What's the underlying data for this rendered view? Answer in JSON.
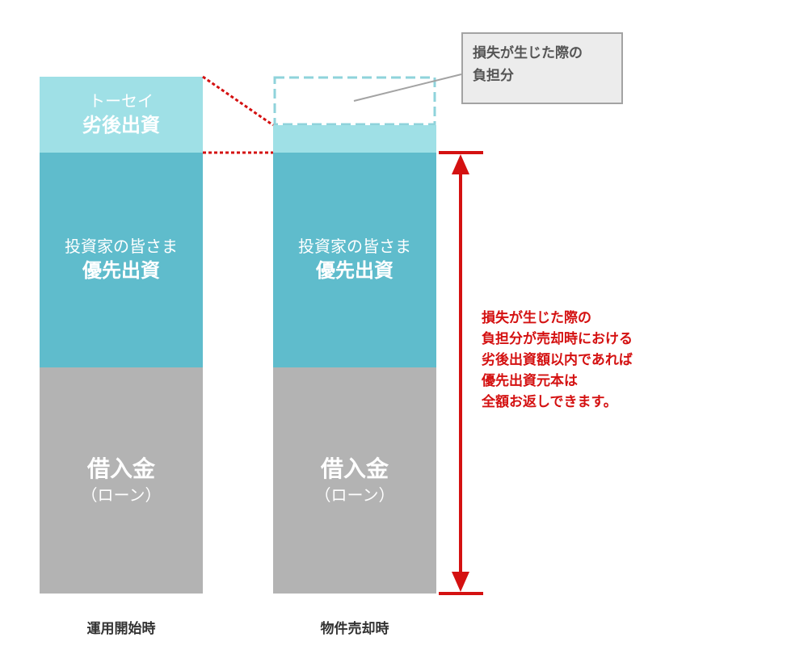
{
  "bars": [
    {
      "id": "start",
      "label": "運用開始時",
      "segments": {
        "subordinated": [
          "トーセイ",
          "劣後出資"
        ],
        "preferred_line1": "投資家の皆さま",
        "preferred_line2": "優先出資",
        "loan_line1": "借入金",
        "loan_line2": "（ローン）"
      }
    },
    {
      "id": "sale",
      "label": "物件売却時",
      "segments": {
        "preferred_line1": "投資家の皆さま",
        "preferred_line2": "優先出資",
        "loan_line1": "借入金",
        "loan_line2": "（ローン）"
      }
    }
  ],
  "callout": {
    "lines": [
      "損失が生じた際の",
      "負担分"
    ]
  },
  "note": {
    "lines": [
      "損失が生じた際の",
      "負担分が売却時における",
      "劣後出資額以内であれば",
      "優先出資元本は",
      "全額お返しできます。"
    ]
  },
  "colors": {
    "subordinated": "#9fe0e6",
    "preferred": "#5fbccc",
    "loan": "#b3b3b3",
    "loss_outline": "#8fd3db",
    "accent_red": "#d41111"
  }
}
